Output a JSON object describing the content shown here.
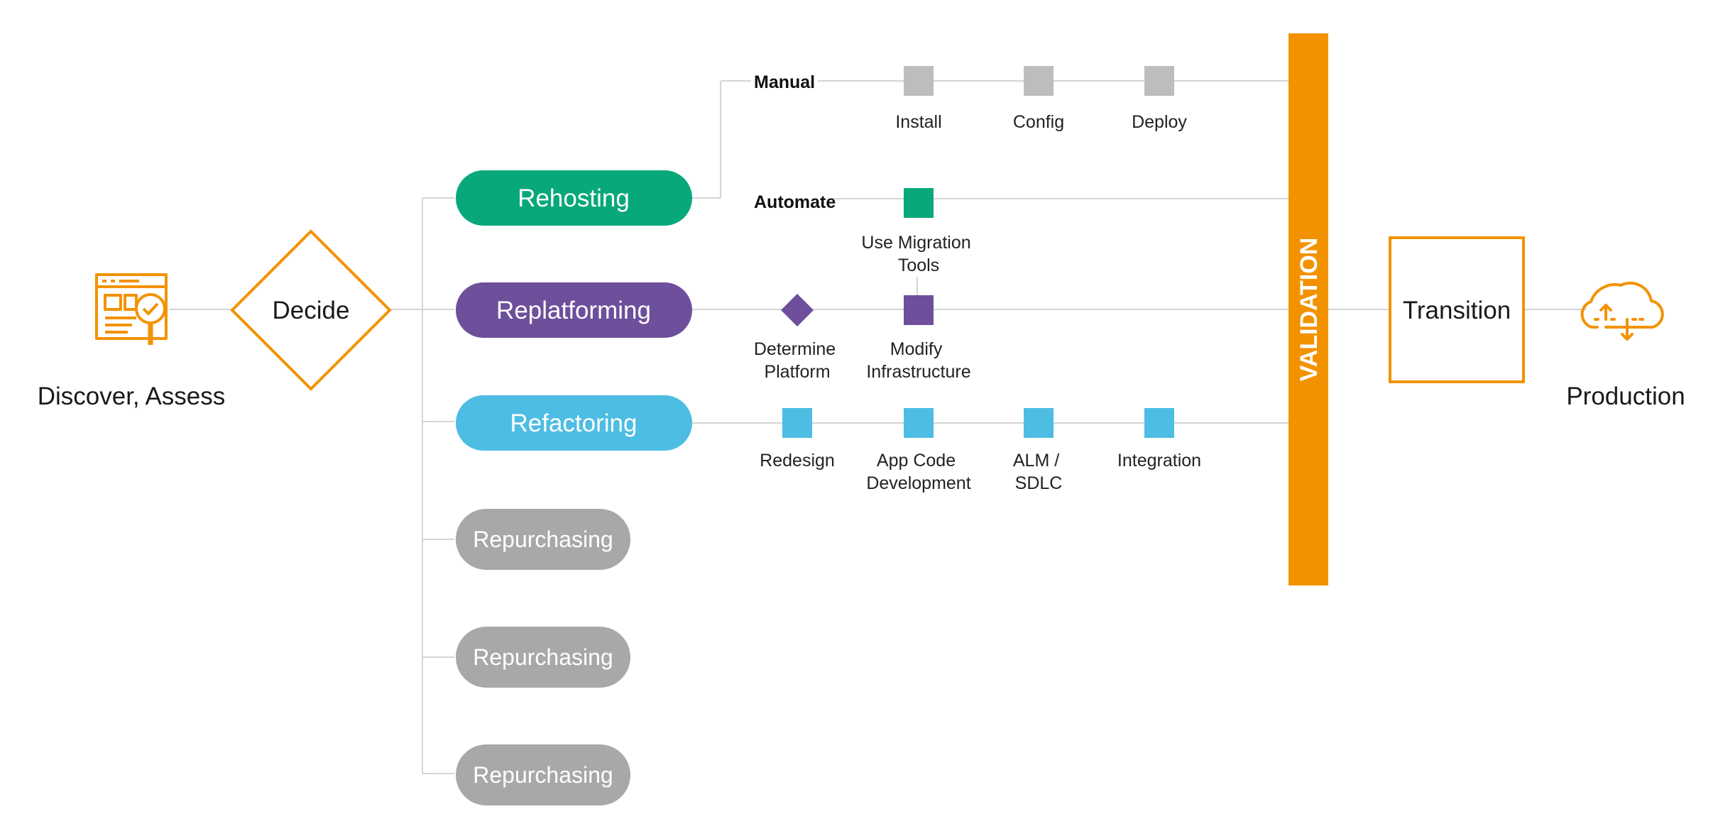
{
  "colors": {
    "orange": "#F39200",
    "green": "#08A87B",
    "purple": "#6E4F9B",
    "blue": "#4DBDE3",
    "gray": "#A8A8A8",
    "light_gray": "#BDBDBD",
    "line": "#D4D4D4"
  },
  "discover": {
    "label": "Discover, Assess",
    "icon": "document-magnifier-check-icon"
  },
  "decide": {
    "label": "Decide"
  },
  "strategies": [
    {
      "label": "Rehosting",
      "color": "#08A87B"
    },
    {
      "label": "Replatforming",
      "color": "#6E4F9B"
    },
    {
      "label": "Refactoring",
      "color": "#4DBDE3"
    },
    {
      "label": "Repurchasing",
      "color": "#A8A8A8"
    },
    {
      "label": "Repurchasing",
      "color": "#A8A8A8"
    },
    {
      "label": "Repurchasing",
      "color": "#A8A8A8"
    }
  ],
  "rehosting": {
    "manual_label": "Manual",
    "automate_label": "Automate",
    "manual_steps": [
      "Install",
      "Config",
      "Deploy"
    ],
    "automate_step": [
      "Use Migration",
      "Tools"
    ]
  },
  "replatforming": {
    "determine": [
      "Determine",
      "Platform"
    ],
    "modify": [
      "Modify",
      "Infrastructure"
    ]
  },
  "refactoring": {
    "steps": [
      [
        "Redesign"
      ],
      [
        "App Code",
        "Development"
      ],
      [
        "ALM /",
        "SDLC"
      ],
      [
        "Integration"
      ]
    ]
  },
  "validation": {
    "label": "VALIDATION"
  },
  "transition": {
    "label": "Transition"
  },
  "production": {
    "label": "Production",
    "icon": "cloud-sync-icon"
  }
}
